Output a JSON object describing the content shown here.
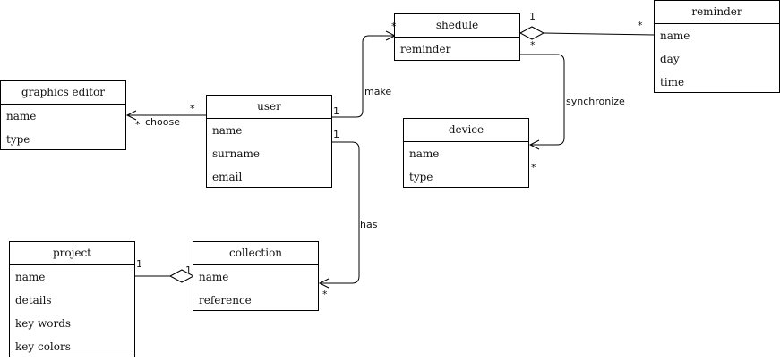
{
  "classes": {
    "graphics_editor": {
      "title": "graphics editor",
      "attributes": [
        "name",
        "type"
      ]
    },
    "user": {
      "title": "user",
      "attributes": [
        "name",
        "surname",
        "email"
      ]
    },
    "shedule": {
      "title": "shedule",
      "attributes": [
        "reminder"
      ]
    },
    "reminder": {
      "title": "reminder",
      "attributes": [
        "name",
        "day",
        "time"
      ]
    },
    "device": {
      "title": "device",
      "attributes": [
        "name",
        "type"
      ]
    },
    "project": {
      "title": "project",
      "attributes": [
        "name",
        "details",
        "key words",
        "key colors"
      ]
    },
    "collection": {
      "title": "collection",
      "attributes": [
        "name",
        "reference"
      ]
    }
  },
  "relations": {
    "choose": {
      "label": "choose",
      "user_mult": "*",
      "editor_mult": "*"
    },
    "make": {
      "label": "make",
      "user_mult": "1",
      "shedule_mult": "*"
    },
    "shedule_reminder": {
      "shedule_mult": "1",
      "reminder_mult": "*"
    },
    "synchronize": {
      "label": "synchronize",
      "shedule_mult": "*",
      "device_mult": "*"
    },
    "has": {
      "label": "has",
      "user_mult": "1",
      "collection_mult": "*"
    },
    "project_collection": {
      "project_mult": "1",
      "collection_mult": "1"
    }
  }
}
